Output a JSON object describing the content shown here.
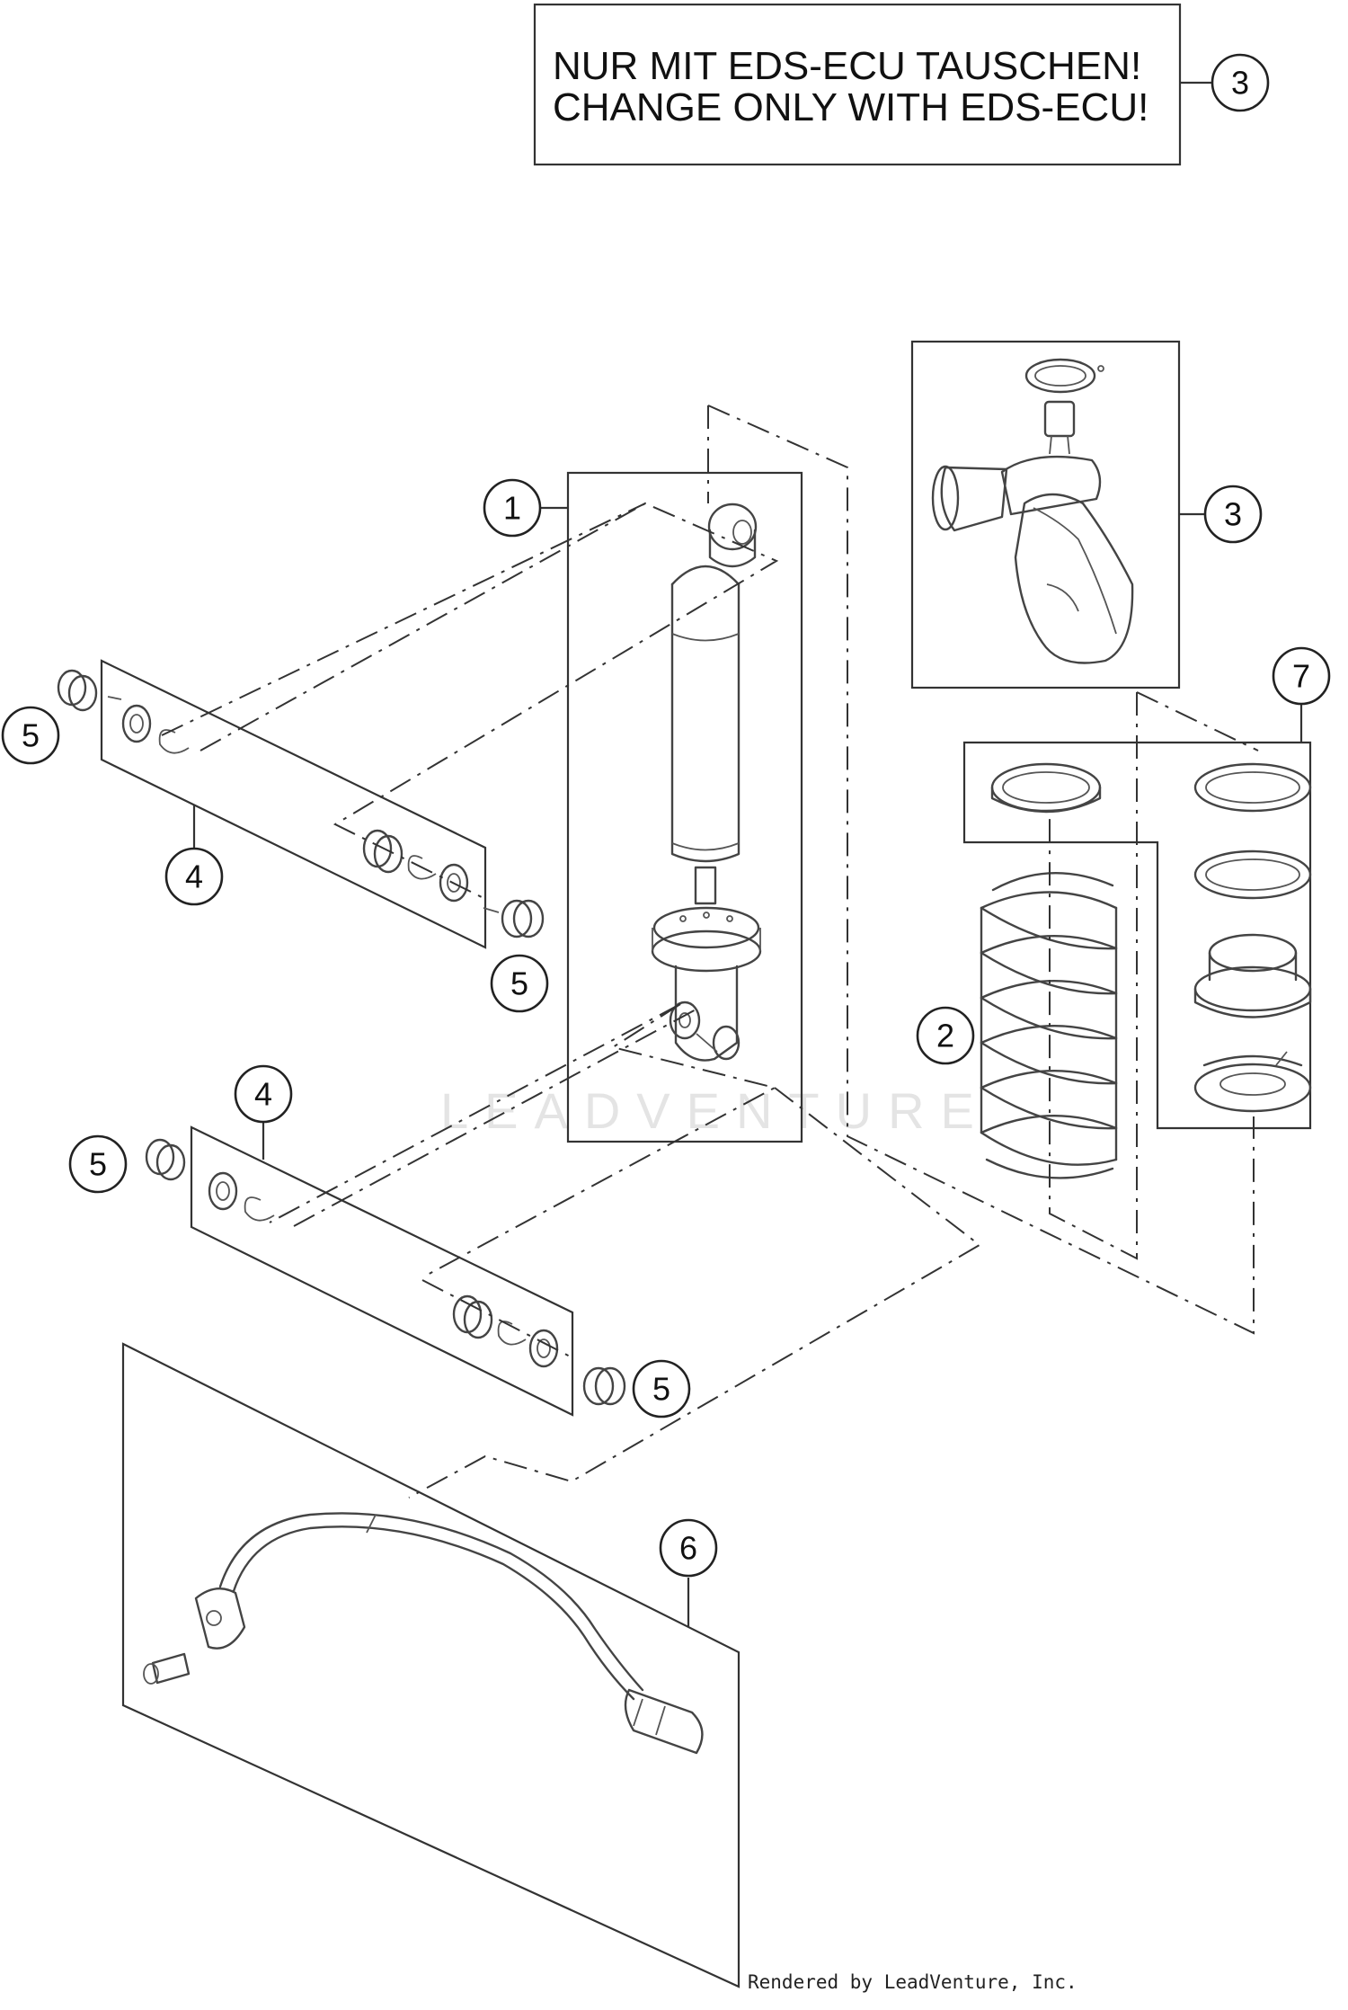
{
  "notice": {
    "line1": "NUR MIT EDS-ECU TAUSCHEN!",
    "line2": "CHANGE ONLY WITH EDS-ECU!",
    "callout": "3"
  },
  "callouts": {
    "shock_absorber": "1",
    "spring": "2",
    "eds_unit": "3",
    "bushing_set_upper": "4",
    "bushing_set_lower": "4",
    "bushing_upper_left": "5",
    "bushing_upper_right": "5",
    "bushing_lower_left": "5",
    "bushing_lower_right": "5",
    "cable_harness": "6",
    "spring_retainer_set": "7"
  },
  "watermark": "LEADVENTURE",
  "credit": "Rendered by LeadVenture, Inc."
}
